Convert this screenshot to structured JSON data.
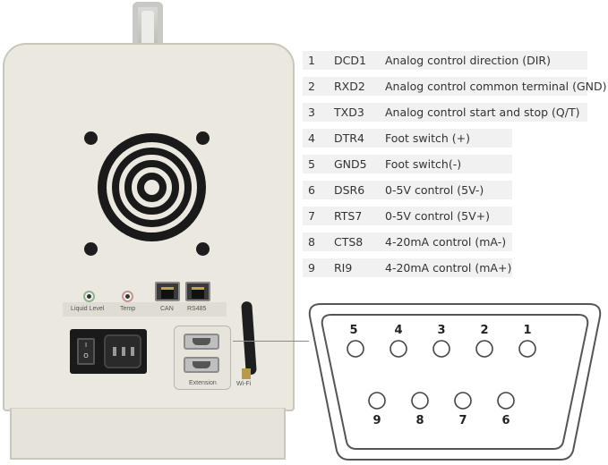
{
  "device": {
    "ports": {
      "liquid_level": "Liquid Level",
      "temp": "Temp",
      "can": "CAN",
      "rs485": "RS485"
    },
    "switch_on": "I",
    "switch_off": "O",
    "extension": "Extension",
    "wifi": "Wi-Fi"
  },
  "pins": [
    {
      "num": "1",
      "signal": "DCD1",
      "desc": "Analog control direction (DIR)"
    },
    {
      "num": "2",
      "signal": "RXD2",
      "desc": "Analog control common terminal (GND)"
    },
    {
      "num": "3",
      "signal": "TXD3",
      "desc": "Analog control start and stop (Q/T)"
    },
    {
      "num": "4",
      "signal": "DTR4",
      "desc": "Foot switch (+)"
    },
    {
      "num": "5",
      "signal": "GND5",
      "desc": "Foot switch(-)"
    },
    {
      "num": "6",
      "signal": "DSR6",
      "desc": "0-5V control (5V-)"
    },
    {
      "num": "7",
      "signal": "RTS7",
      "desc": "0-5V control (5V+)"
    },
    {
      "num": "8",
      "signal": "CTS8",
      "desc": "4-20mA control (mA-)"
    },
    {
      "num": "9",
      "signal": "RI9",
      "desc": "4-20mA control (mA+)"
    }
  ],
  "connector": {
    "top_row": [
      "5",
      "4",
      "3",
      "2",
      "1"
    ],
    "bottom_row": [
      "9",
      "8",
      "7",
      "6"
    ]
  }
}
